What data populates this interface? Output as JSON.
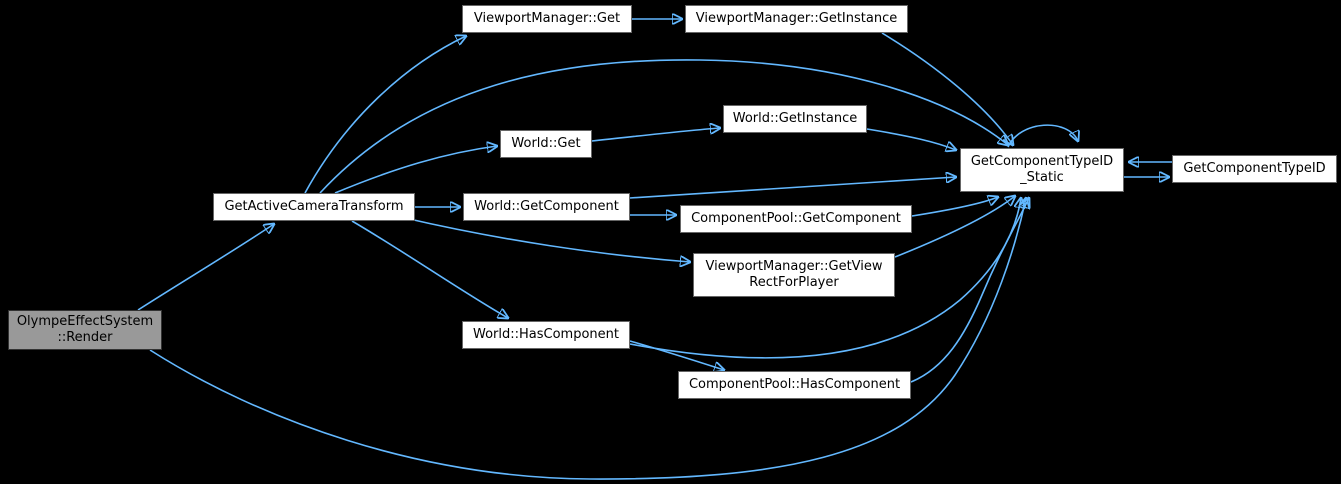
{
  "diagram": {
    "type": "doxygen-call-graph",
    "background_color": "#000000",
    "edge_color": "#63B8FF",
    "node_fill_color": "#ffffff",
    "node_border_color": "#666666",
    "highlight_node_fill_color": "#999999",
    "highlight_node_border_color": "#333333",
    "text_color": "#000000"
  },
  "nodes": {
    "render": {
      "label": "OlympeEffectSystem\n::Render",
      "highlighted": true
    },
    "gact": {
      "label": "GetActiveCameraTransform"
    },
    "vmget": {
      "label": "ViewportManager::Get"
    },
    "vmgi": {
      "label": "ViewportManager::GetInstance"
    },
    "wget": {
      "label": "World::Get"
    },
    "wgi": {
      "label": "World::GetInstance"
    },
    "wgc": {
      "label": "World::GetComponent"
    },
    "cpgc": {
      "label": "ComponentPool::GetComponent"
    },
    "vmgvr": {
      "label": "ViewportManager::GetView\nRectForPlayer"
    },
    "whc": {
      "label": "World::HasComponent"
    },
    "cphc": {
      "label": "ComponentPool::HasComponent"
    },
    "gctis": {
      "label": "GetComponentTypeID\n_Static"
    },
    "gcti": {
      "label": "GetComponentTypeID"
    }
  },
  "edges": [
    {
      "from": "OlympeEffectSystem::Render",
      "to": "GetActiveCameraTransform"
    },
    {
      "from": "OlympeEffectSystem::Render",
      "to": "GetComponentTypeID_Static"
    },
    {
      "from": "GetActiveCameraTransform",
      "to": "ViewportManager::Get"
    },
    {
      "from": "GetActiveCameraTransform",
      "to": "GetComponentTypeID_Static"
    },
    {
      "from": "GetActiveCameraTransform",
      "to": "World::Get"
    },
    {
      "from": "GetActiveCameraTransform",
      "to": "World::GetComponent"
    },
    {
      "from": "GetActiveCameraTransform",
      "to": "ViewportManager::GetViewRectForPlayer"
    },
    {
      "from": "GetActiveCameraTransform",
      "to": "World::HasComponent"
    },
    {
      "from": "ViewportManager::Get",
      "to": "ViewportManager::GetInstance"
    },
    {
      "from": "ViewportManager::GetInstance",
      "to": "GetComponentTypeID_Static"
    },
    {
      "from": "World::Get",
      "to": "World::GetInstance"
    },
    {
      "from": "World::GetInstance",
      "to": "GetComponentTypeID_Static"
    },
    {
      "from": "World::GetComponent",
      "to": "GetComponentTypeID_Static"
    },
    {
      "from": "World::GetComponent",
      "to": "ComponentPool::GetComponent"
    },
    {
      "from": "ComponentPool::GetComponent",
      "to": "GetComponentTypeID_Static"
    },
    {
      "from": "ViewportManager::GetViewRectForPlayer",
      "to": "GetComponentTypeID_Static"
    },
    {
      "from": "World::HasComponent",
      "to": "ComponentPool::HasComponent"
    },
    {
      "from": "World::HasComponent",
      "to": "GetComponentTypeID_Static"
    },
    {
      "from": "ComponentPool::HasComponent",
      "to": "GetComponentTypeID_Static"
    },
    {
      "from": "GetComponentTypeID",
      "to": "GetComponentTypeID_Static"
    },
    {
      "from": "GetComponentTypeID_Static",
      "to": "GetComponentTypeID"
    },
    {
      "from": "GetComponentTypeID_Static",
      "to": "GetComponentTypeID_Static"
    }
  ]
}
